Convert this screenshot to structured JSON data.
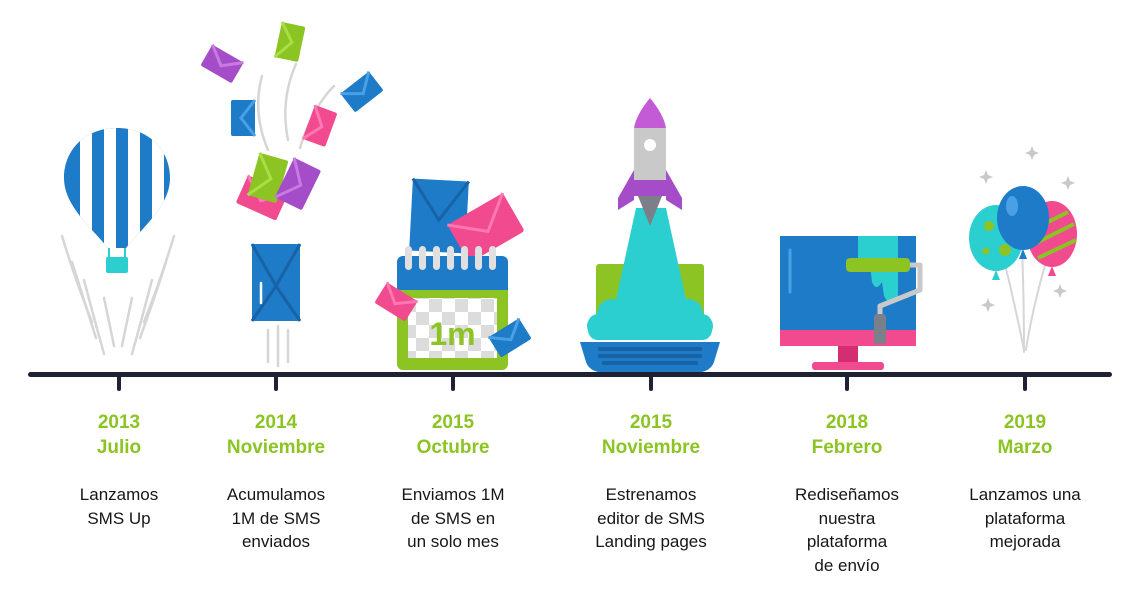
{
  "colors": {
    "accent": "#8cc424",
    "line": "#1e2233",
    "text": "#161616",
    "blue": "#1e7bc8",
    "pink": "#f24a8f",
    "purple": "#a54cc8",
    "cyan": "#2ccfd0",
    "green": "#8cc424"
  },
  "milestones": [
    {
      "year": "2013",
      "month": "Julio",
      "lines": [
        "Lanzamos",
        "SMS Up"
      ],
      "icon": "hot-air-balloon-icon"
    },
    {
      "year": "2014",
      "month": "Noviembre",
      "lines": [
        "Acumulamos",
        "1M de SMS",
        "enviados"
      ],
      "icon": "flying-envelopes-icon"
    },
    {
      "year": "2015",
      "month": "Octubre",
      "lines": [
        "Enviamos 1M",
        "de SMS en",
        "un solo mes"
      ],
      "icon": "calendar-1m-icon",
      "badge": "1m"
    },
    {
      "year": "2015",
      "month": "Noviembre",
      "lines": [
        "Estrenamos",
        "editor de SMS",
        "Landing pages"
      ],
      "icon": "rocket-laptop-icon"
    },
    {
      "year": "2018",
      "month": "Febrero",
      "lines": [
        "Rediseñamos",
        "nuestra",
        "plataforma",
        "de envío"
      ],
      "icon": "paint-roller-monitor-icon"
    },
    {
      "year": "2019",
      "month": "Marzo",
      "lines": [
        "Lanzamos una",
        "plataforma",
        "mejorada"
      ],
      "icon": "balloons-icon"
    }
  ]
}
